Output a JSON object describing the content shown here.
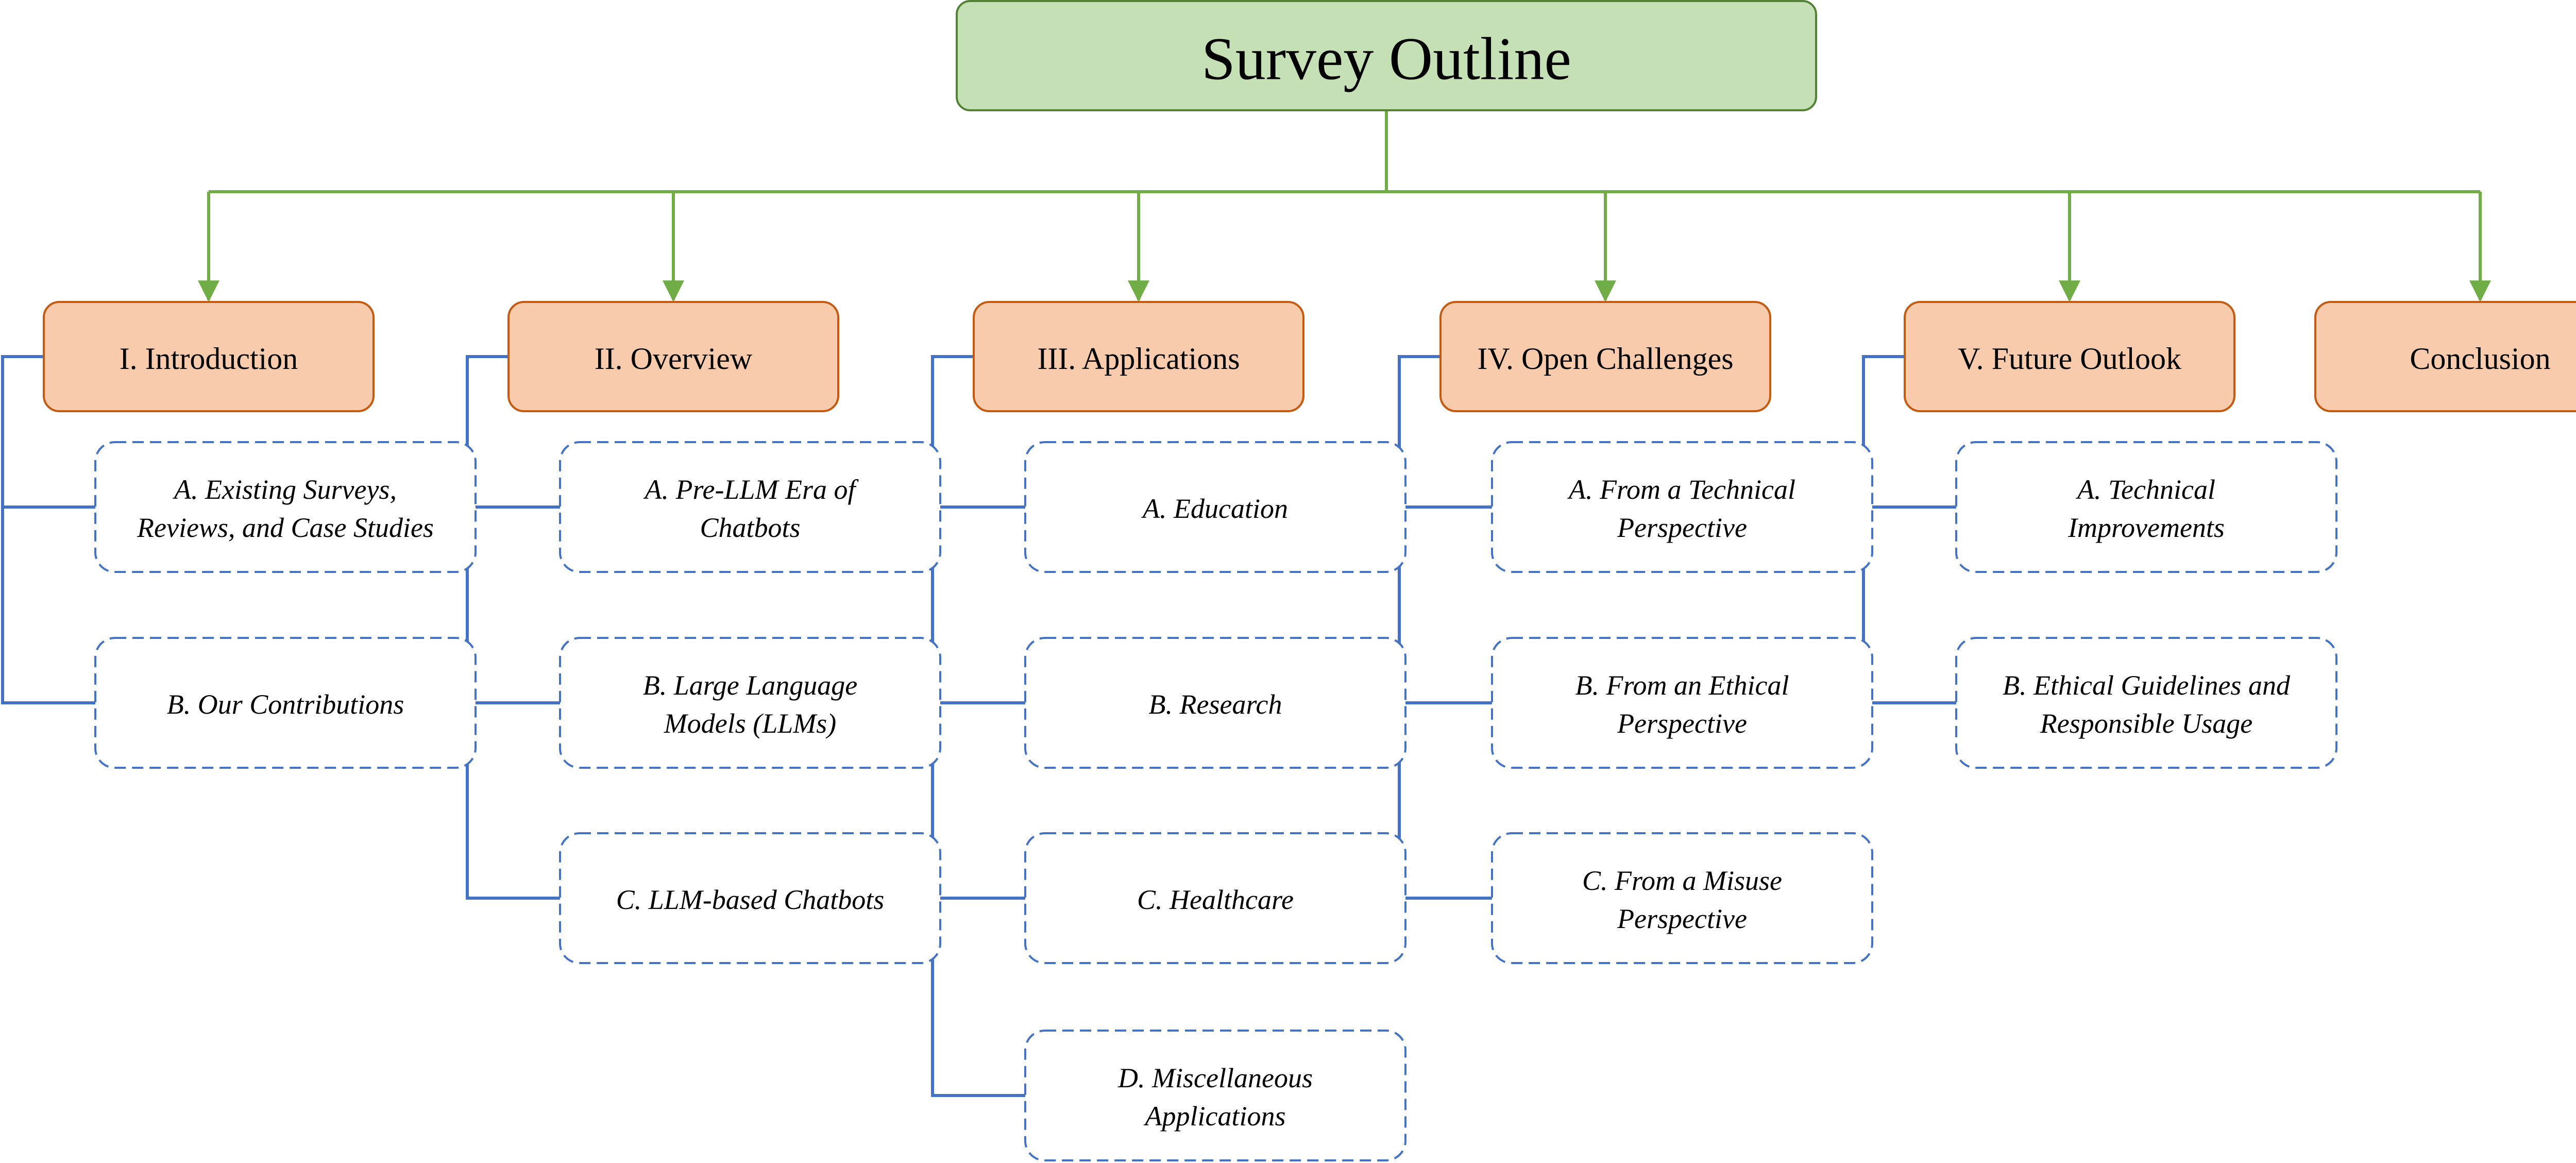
{
  "root": {
    "title": "Survey Outline"
  },
  "colors": {
    "root_fill": "#c5e0b4",
    "root_stroke": "#548235",
    "green_connector": "#70ad47",
    "section_fill": "#f8cbad",
    "section_stroke": "#c55a11",
    "blue_connector": "#4472c4",
    "sub_stroke": "#4472c4"
  },
  "sections": [
    {
      "label": "I. Introduction",
      "children": [
        [
          "A. Existing Surveys,",
          "Reviews, and Case Studies"
        ],
        [
          "B. Our Contributions"
        ]
      ]
    },
    {
      "label": "II. Overview",
      "children": [
        [
          "A. Pre-LLM Era of",
          "Chatbots"
        ],
        [
          "B. Large Language",
          "Models (LLMs)"
        ],
        [
          "C. LLM-based Chatbots"
        ]
      ]
    },
    {
      "label": "III. Applications",
      "children": [
        [
          "A. Education"
        ],
        [
          "B. Research"
        ],
        [
          "C. Healthcare"
        ],
        [
          "D. Miscellaneous",
          "Applications"
        ]
      ]
    },
    {
      "label": "IV. Open Challenges",
      "children": [
        [
          "A. From a Technical",
          "Perspective"
        ],
        [
          "B. From an Ethical",
          "Perspective"
        ],
        [
          "C. From a Misuse",
          "Perspective"
        ]
      ]
    },
    {
      "label": "V. Future Outlook",
      "children": [
        [
          "A. Technical",
          "Improvements"
        ],
        [
          "B. Ethical Guidelines and",
          "Responsible Usage"
        ]
      ]
    },
    {
      "label": "Conclusion",
      "children": []
    }
  ]
}
